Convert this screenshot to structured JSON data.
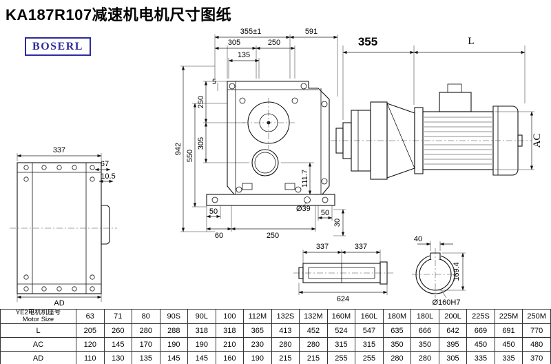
{
  "title": "KA187R107减速机电机尺寸图纸",
  "logo_text": "BOSERL",
  "dims": {
    "lv_337": "337",
    "lv_67": "67",
    "lv_10_5": "10.5",
    "lv_ad": "AD",
    "mv_355_tol": "355±1",
    "mv_591": "591",
    "mv_305_top": "305",
    "mv_250_top": "250",
    "mv_135": "135",
    "mv_942": "942",
    "mv_550": "550",
    "mv_305_left": "305",
    "mv_250_left": "250",
    "mv_5": "5",
    "mv_111_7": "111.7",
    "mv_50_left": "50",
    "mv_60": "60",
    "mv_250_bottom": "250",
    "mv_phi39": "Ø39",
    "mv_50_right": "50",
    "mv_30": "30",
    "rv_355": "355",
    "rv_L": "L",
    "rv_AC": "AC",
    "sh_337_a": "337",
    "sh_337_b": "337",
    "sh_624": "624",
    "bo_40": "40",
    "bo_169_4": "169.4",
    "bo_phi160": "Ø160H7"
  },
  "table": {
    "motor_header_cn": "YE2电机机座号",
    "motor_header_en": "Motor Size",
    "columns": [
      "63",
      "71",
      "80",
      "90S",
      "90L",
      "100",
      "112M",
      "132S",
      "132M",
      "160M",
      "160L",
      "180M",
      "180L",
      "200L",
      "225S",
      "225M",
      "250M"
    ],
    "rows": [
      {
        "label": "L",
        "values": [
          "205",
          "260",
          "280",
          "288",
          "318",
          "318",
          "365",
          "413",
          "452",
          "524",
          "547",
          "635",
          "666",
          "642",
          "669",
          "691",
          "770"
        ]
      },
      {
        "label": "AC",
        "values": [
          "120",
          "145",
          "170",
          "190",
          "190",
          "210",
          "230",
          "280",
          "280",
          "315",
          "315",
          "350",
          "350",
          "395",
          "450",
          "450",
          "480"
        ]
      },
      {
        "label": "AD",
        "values": [
          "110",
          "130",
          "135",
          "145",
          "145",
          "160",
          "190",
          "215",
          "215",
          "255",
          "255",
          "280",
          "280",
          "305",
          "335",
          "335",
          "370"
        ]
      }
    ]
  }
}
